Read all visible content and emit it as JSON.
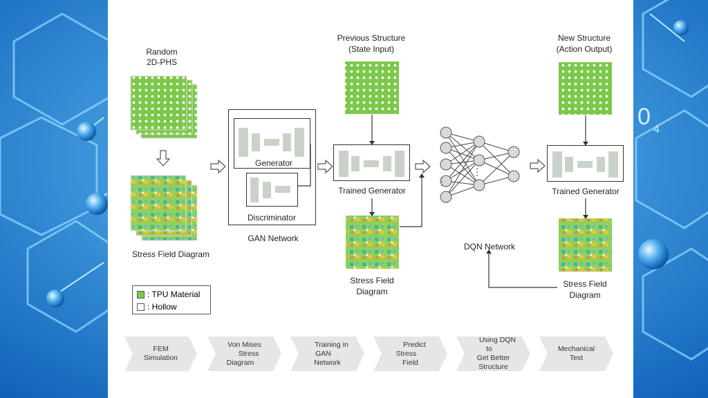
{
  "colors": {
    "background": "#1d7fd6",
    "tpu": "#7cc84a",
    "hollow": "#ffffff",
    "step_fill": "#e6e6e6",
    "block": "#c9d2c9"
  },
  "diagram": {
    "random_label": [
      "Random",
      "2D-PHS"
    ],
    "stress_left_label": "Stress Field Diagram",
    "gan": {
      "generator": "Generator",
      "discriminator": "Discriminator",
      "network": "GAN Network"
    },
    "previous_structure": [
      "Previous Structure",
      "(State Input)"
    ],
    "trained_generator_1": "Trained Generator",
    "stress_mid_label": [
      "Stress Field",
      "Diagram"
    ],
    "dqn_label": "DQN Network",
    "new_structure": [
      "New Structure",
      "(Action Output)"
    ],
    "trained_generator_2": "Trained Generator",
    "stress_right_label": [
      "Stress Field",
      "Diagram"
    ],
    "legend": {
      "tpu": ": TPU Material",
      "hollow": ": Hollow"
    }
  },
  "steps": [
    {
      "label": [
        "FEM",
        "Simulation"
      ]
    },
    {
      "label": [
        "Von Mises",
        "Stress Diagram"
      ]
    },
    {
      "label": [
        "Training in GAN",
        "Network"
      ]
    },
    {
      "label": [
        "Predict Stress",
        "Field"
      ]
    },
    {
      "label": [
        "Using DQN to",
        "Get Better",
        "Structure"
      ]
    },
    {
      "label": [
        "Mechanical",
        "Test"
      ]
    }
  ],
  "decor": {
    "text": "0",
    "subscript": "4"
  }
}
